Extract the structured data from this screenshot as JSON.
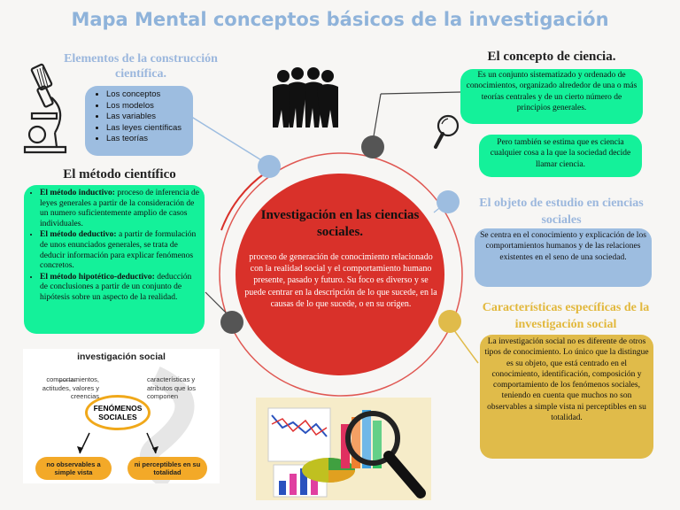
{
  "title": "Mapa Mental conceptos básicos de la investigación",
  "center": {
    "title": "Investigación en las ciencias sociales.",
    "body": "proceso de generación de conocimiento relacionado con la realidad social y el comportamiento humano presente, pasado y futuro. Su foco es diverso y se puede centrar en la descripción de lo que sucede, en la causas de lo que sucede, o en su origen."
  },
  "elementos": {
    "heading": "Elementos de la construcción científica.",
    "items": [
      "Los conceptos",
      "Los modelos",
      "Las variables",
      "Las leyes científicas",
      "Las teorías"
    ]
  },
  "metodo": {
    "heading": "El método científico",
    "items": [
      {
        "term": "El método inductivo:",
        "text": " proceso de inferencia de leyes generales a partir de la consideración de un numero suficientemente amplio de casos individuales."
      },
      {
        "term": "El método deductivo:",
        "text": " a partir de formulación de unos enunciados generales, se trata de deducir información para explicar fenómenos concretos."
      },
      {
        "term": "El método hipotético-deductivo:",
        "text": " deducción de conclusiones a partir de un conjunto de hipótesis sobre un aspecto de la realidad."
      }
    ]
  },
  "concepto": {
    "heading": "El concepto de ciencia.",
    "text1": "Es un conjunto sistematizado y ordenado de conocimientos, organizado alrededor de una o más teorías centrales y de un cierto número de principios generales.",
    "text2": "Pero también se estima que es ciencia cualquier cosa a la que la sociedad decide llamar ciencia."
  },
  "objeto": {
    "heading": "El objeto de estudio en ciencias sociales",
    "text": "Se centra en el conocimiento y explicación de los comportamientos humanos y de las relaciones existentes en el seno de una sociedad."
  },
  "caracteristicas": {
    "heading": "Características específicas de la investigación social",
    "text": "La investigación social no es diferente de otros tipos de conocimiento. Lo único que la distingue es su objeto, que está centrado en el conocimiento, identificación, composición y comportamiento de los fenómenos sociales, teniendo en cuenta que muchos no son observables a simple vista ni perceptibles en su totalidad."
  },
  "infographic": {
    "title": "investigación social",
    "left_label": "comportamientos, actitudes, valores y creencias",
    "right_label": "características y atributos que los componen",
    "center": "FENÓMENOS SOCIALES",
    "bottom_left": "no observables a simple vista",
    "bottom_right": "ni perceptibles en su totalidad"
  },
  "icons": [
    "microscope-icon",
    "people-group-icon",
    "magnifier-icon",
    "charts-magnifier-image"
  ],
  "colors": {
    "title": "#8fb3da",
    "green": "#14f19a",
    "blue": "#9dbde0",
    "gold": "#e0bb4a",
    "center": "#d9312a"
  }
}
